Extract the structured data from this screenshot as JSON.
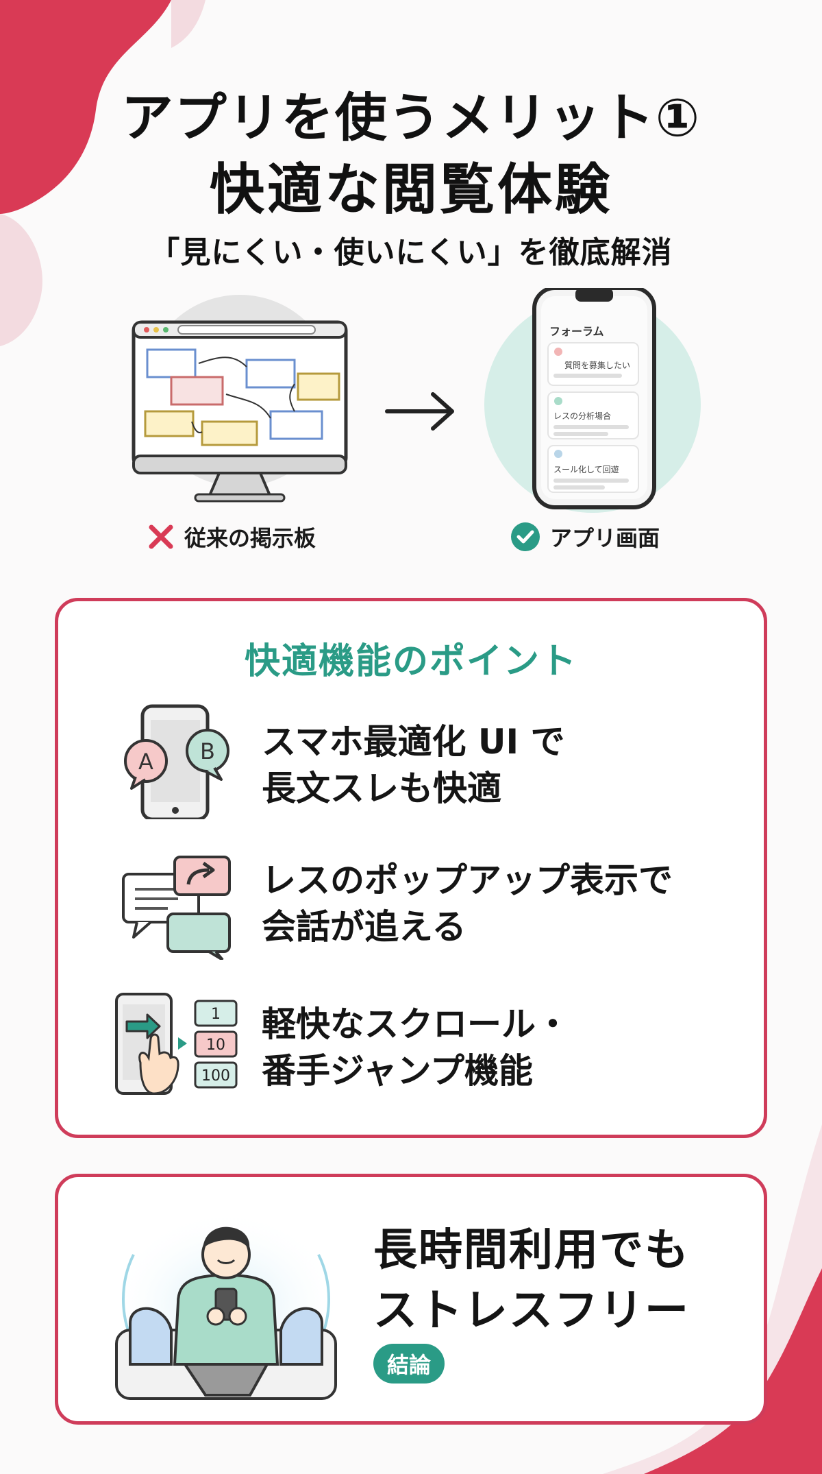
{
  "header": {
    "title_line1": "アプリを使うメリット①",
    "title_line2": "快適な閲覧体験",
    "subtitle": "「見にくい・使いにくい」を徹底解消"
  },
  "comparison": {
    "left_caption": "従来の掲示板",
    "right_caption": "アプリ画面",
    "phone_header": "フォーラム",
    "phone_cards": [
      "質問を募集したい",
      "レスの分析場合",
      "スール化して回遊"
    ]
  },
  "features": {
    "heading": "快適機能のポイント",
    "items": [
      {
        "text": "スマホ最適化 UI で\n長文スレも快適",
        "bubble_a": "A",
        "bubble_b": "B"
      },
      {
        "text": "レスのポップアップ表示で\n会話が追える"
      },
      {
        "text": "軽快なスクロール・\n番手ジャンプ機能",
        "numbers": [
          "1",
          "10",
          "100"
        ]
      }
    ]
  },
  "conclusion": {
    "text": "長時間利用でも\nストレスフリー",
    "badge": "結論"
  },
  "colors": {
    "accent": "#cf3c5a",
    "teal": "#2a9b86",
    "blob": "#d93a55"
  }
}
